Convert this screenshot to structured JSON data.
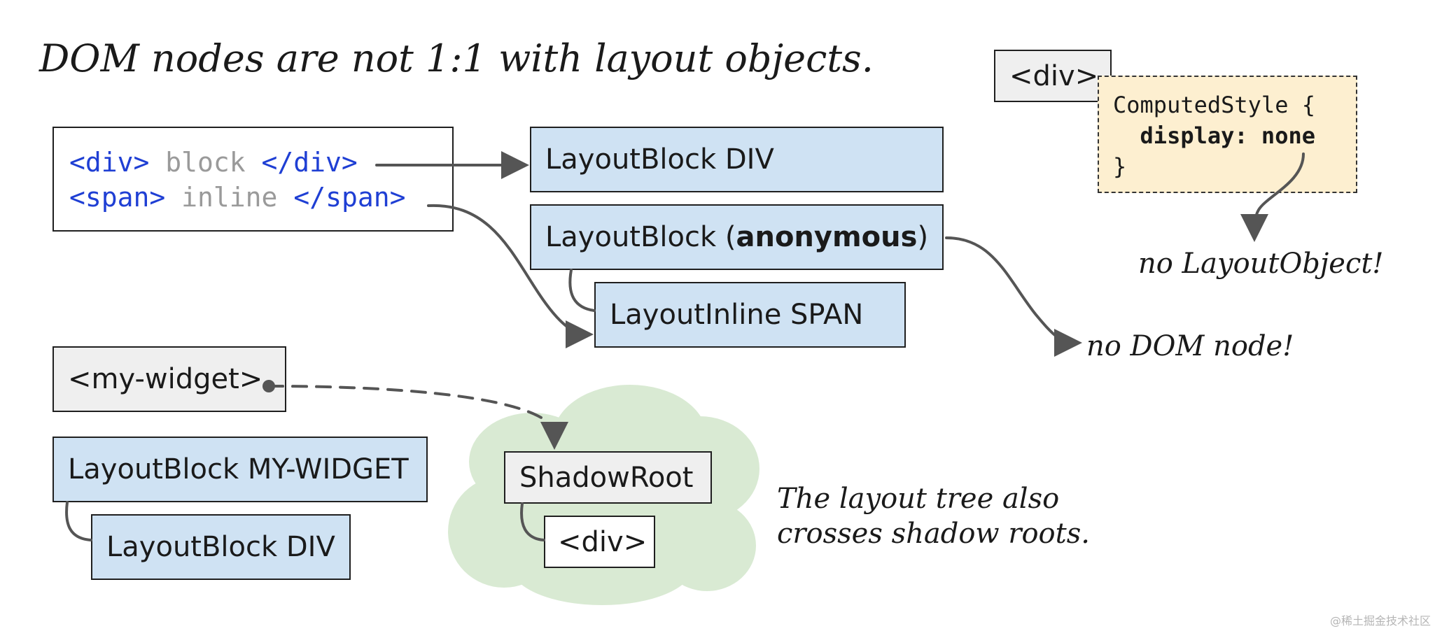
{
  "title": "DOM nodes are not 1:1 with layout objects.",
  "code": {
    "line1": {
      "open": "<div>",
      "text": " block ",
      "close": "</div>"
    },
    "line2": {
      "open": "<span>",
      "text": " inline ",
      "close": "</span>"
    }
  },
  "layout_block_div": "LayoutBlock DIV",
  "layout_block_anon": {
    "prefix": "LayoutBlock (",
    "bold": "anonymous",
    "suffix": ")"
  },
  "layout_inline_span": "LayoutInline SPAN",
  "no_dom_node": "no DOM node!",
  "div_none": {
    "tag": "<div>",
    "style_line1": "ComputedStyle {",
    "style_line2": "  display: none",
    "style_line3": "}",
    "note": "no LayoutObject!"
  },
  "widget": {
    "tag": "<my-widget>",
    "layout_block": "LayoutBlock MY-WIDGET",
    "child_block": "LayoutBlock DIV"
  },
  "shadow": {
    "root": "ShadowRoot",
    "child": "<div>",
    "note_line1": "The layout tree also",
    "note_line2": "crosses shadow roots."
  },
  "watermark": "@稀土掘金技术社区",
  "colors": {
    "layout_fill": "#cfe2f3",
    "dom_fill": "#efefef",
    "style_fill": "#fdefd0",
    "cloud_fill": "#d9ead3",
    "tag_blue": "#1f3fd4",
    "arrow": "#555555"
  }
}
